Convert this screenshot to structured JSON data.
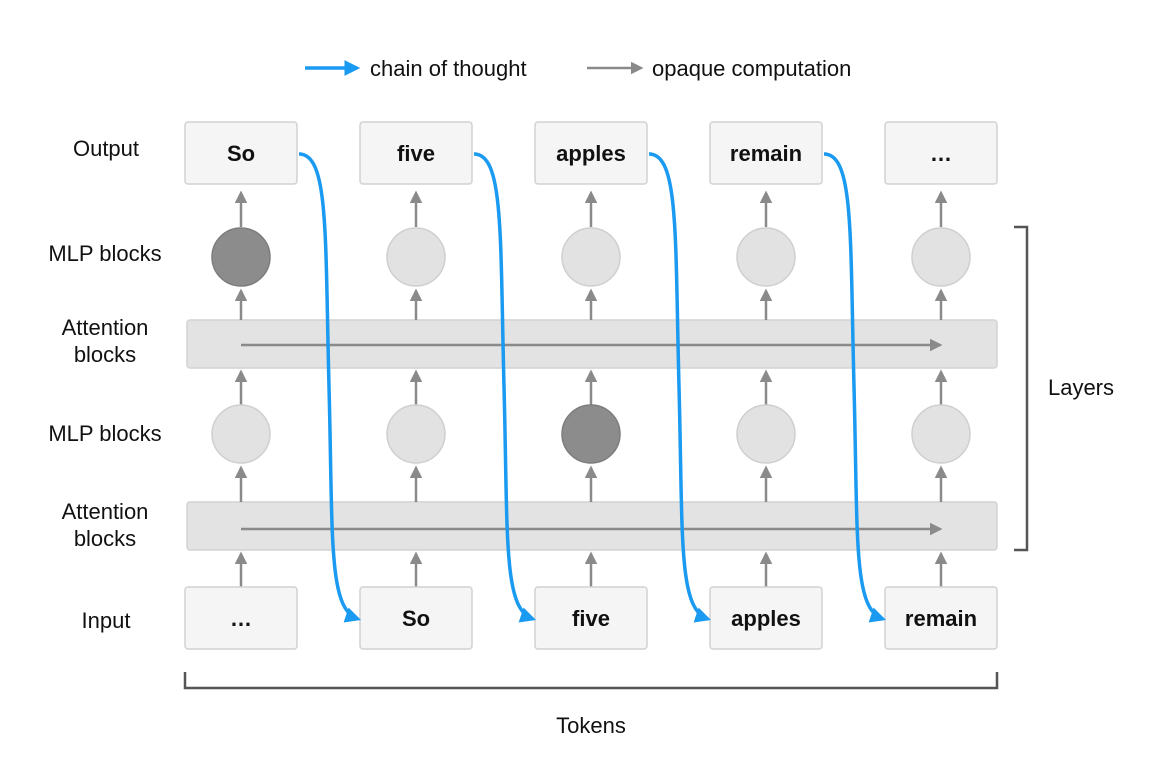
{
  "legend": {
    "chain_of_thought": "chain of thought",
    "opaque_computation": "opaque computation",
    "chain_color": "#1a9af0",
    "opaque_color": "#8a8a8a"
  },
  "row_labels": {
    "output": "Output",
    "mlp_top": "MLP blocks",
    "attention_top_line1": "Attention",
    "attention_top_line2": "blocks",
    "mlp_bottom": "MLP blocks",
    "attention_bottom_line1": "Attention",
    "attention_bottom_line2": "blocks",
    "input": "Input"
  },
  "output_tokens": [
    "So",
    "five",
    "apples",
    "remain",
    "…"
  ],
  "input_tokens": [
    "…",
    "So",
    "five",
    "apples",
    "remain"
  ],
  "mlp_top_active": [
    true,
    false,
    false,
    false,
    false
  ],
  "mlp_bottom_active": [
    false,
    false,
    true,
    false,
    false
  ],
  "layers_label": "Layers",
  "tokens_label": "Tokens"
}
